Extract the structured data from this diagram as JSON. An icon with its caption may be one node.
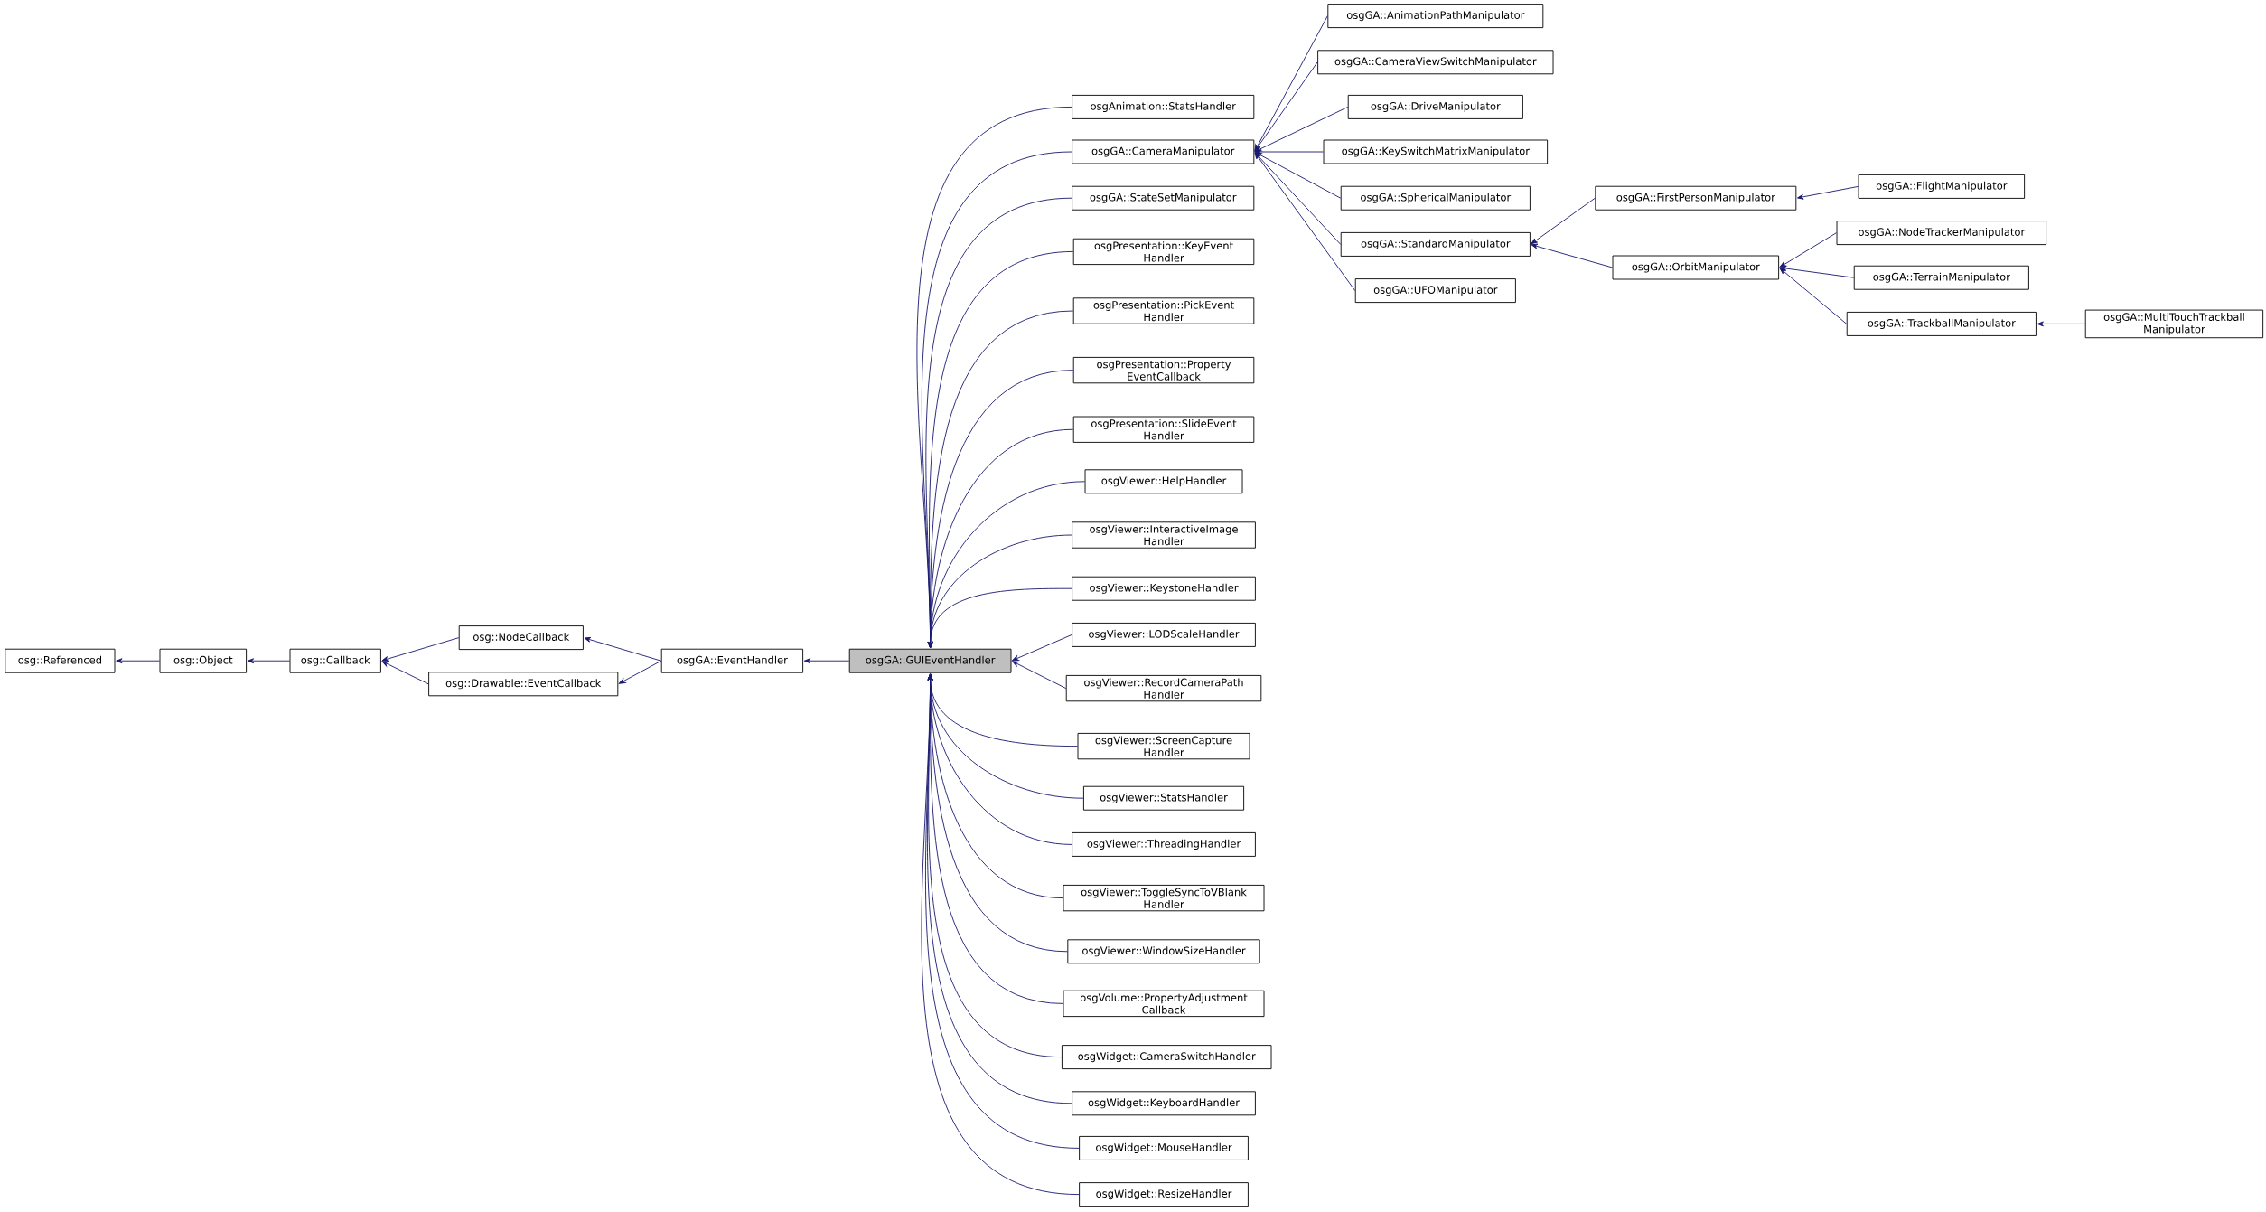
{
  "diagram": {
    "nodes": [
      {
        "text": [
          "osg::Referenced"
        ]
      },
      {
        "text": [
          "osg::Object"
        ]
      },
      {
        "text": [
          "osg::Callback"
        ]
      },
      {
        "text": [
          "osg::NodeCallback"
        ]
      },
      {
        "text": [
          "osg::Drawable::EventCallback"
        ]
      },
      {
        "text": [
          "osgGA::EventHandler"
        ]
      },
      {
        "text": [
          "osgGA::GUIEventHandler"
        ]
      },
      {
        "text": [
          "osgAnimation::StatsHandler"
        ]
      },
      {
        "text": [
          "osgGA::CameraManipulator"
        ]
      },
      {
        "text": [
          "osgGA::StateSetManipulator"
        ]
      },
      {
        "text": [
          "osgPresentation::KeyEvent Handler"
        ]
      },
      {
        "text": [
          "osgPresentation::PickEvent Handler"
        ]
      },
      {
        "text": [
          "osgPresentation::Property EventCallback"
        ]
      },
      {
        "text": [
          "osgPresentation::SlideEvent Handler"
        ]
      },
      {
        "text": [
          "osgViewer::HelpHandler"
        ]
      },
      {
        "text": [
          "osgViewer::InteractiveImage Handler"
        ]
      },
      {
        "text": [
          "osgViewer::KeystoneHandler"
        ]
      },
      {
        "text": [
          "osgViewer::LODScaleHandler"
        ]
      },
      {
        "text": [
          "osgViewer::RecordCameraPath Handler"
        ]
      },
      {
        "text": [
          "osgViewer::ScreenCapture Handler"
        ]
      },
      {
        "text": [
          "osgViewer::StatsHandler"
        ]
      },
      {
        "text": [
          "osgViewer::ThreadingHandler"
        ]
      },
      {
        "text": [
          "osgViewer::ToggleSyncToVBlank Handler"
        ]
      },
      {
        "text": [
          "osgViewer::WindowSizeHandler"
        ]
      },
      {
        "text": [
          "osgVolume::PropertyAdjustment Callback"
        ]
      },
      {
        "text": [
          "osgWidget::CameraSwitchHandler"
        ]
      },
      {
        "text": [
          "osgWidget::KeyboardHandler"
        ]
      },
      {
        "text": [
          "osgWidget::MouseHandler"
        ]
      },
      {
        "text": [
          "osgWidget::ResizeHandler"
        ]
      },
      {
        "text": [
          "osgGA::AnimationPathManipulator"
        ]
      },
      {
        "text": [
          "osgGA::CameraViewSwitchManipulator"
        ]
      },
      {
        "text": [
          "osgGA::DriveManipulator"
        ]
      },
      {
        "text": [
          "osgGA::KeySwitchMatrixManipulator"
        ]
      },
      {
        "text": [
          "osgGA::SphericalManipulator"
        ]
      },
      {
        "text": [
          "osgGA::StandardManipulator"
        ]
      },
      {
        "text": [
          "osgGA::UFOManipulator"
        ]
      },
      {
        "text": [
          "osgGA::FirstPersonManipulator"
        ]
      },
      {
        "text": [
          "osgGA::OrbitManipulator"
        ]
      },
      {
        "text": [
          "osgGA::FlightManipulator"
        ]
      },
      {
        "text": [
          "osgGA::NodeTrackerManipulator"
        ]
      },
      {
        "text": [
          "osgGA::TerrainManipulator"
        ]
      },
      {
        "text": [
          "osgGA::TrackballManipulator"
        ]
      },
      {
        "text": [
          "osgGA::MultiTouchTrackball Manipulator"
        ]
      }
    ],
    "edges": [
      {
        "from": 1,
        "to": 0,
        "arrow": "to"
      },
      {
        "from": 2,
        "to": 1,
        "arrow": "to"
      },
      {
        "from": 3,
        "to": 2,
        "arrow": "to"
      },
      {
        "from": 4,
        "to": 2,
        "arrow": "to"
      },
      {
        "from": 5,
        "to": 3,
        "arrow": "to"
      },
      {
        "from": 5,
        "to": 4,
        "arrow": "to"
      },
      {
        "from": 6,
        "to": 5,
        "arrow": "to"
      },
      {
        "from": 7,
        "to": 6,
        "arrow": "to"
      },
      {
        "from": 8,
        "to": 6,
        "arrow": "to"
      },
      {
        "from": 9,
        "to": 6,
        "arrow": "to"
      },
      {
        "from": 10,
        "to": 6,
        "arrow": "to"
      },
      {
        "from": 11,
        "to": 6,
        "arrow": "to"
      },
      {
        "from": 12,
        "to": 6,
        "arrow": "to"
      },
      {
        "from": 13,
        "to": 6,
        "arrow": "to"
      },
      {
        "from": 14,
        "to": 6,
        "arrow": "to"
      },
      {
        "from": 15,
        "to": 6,
        "arrow": "to"
      },
      {
        "from": 16,
        "to": 6,
        "arrow": "to"
      },
      {
        "from": 17,
        "to": 6,
        "arrow": "to"
      },
      {
        "from": 18,
        "to": 6,
        "arrow": "to"
      },
      {
        "from": 19,
        "to": 6,
        "arrow": "to"
      },
      {
        "from": 20,
        "to": 6,
        "arrow": "to"
      },
      {
        "from": 21,
        "to": 6,
        "arrow": "to"
      },
      {
        "from": 22,
        "to": 6,
        "arrow": "to"
      },
      {
        "from": 23,
        "to": 6,
        "arrow": "to"
      },
      {
        "from": 24,
        "to": 6,
        "arrow": "to"
      },
      {
        "from": 25,
        "to": 6,
        "arrow": "to"
      },
      {
        "from": 26,
        "to": 6,
        "arrow": "to"
      },
      {
        "from": 27,
        "to": 6,
        "arrow": "to"
      },
      {
        "from": 28,
        "to": 6,
        "arrow": "to"
      },
      {
        "from": 29,
        "to": 8,
        "arrow": "to"
      },
      {
        "from": 30,
        "to": 8,
        "arrow": "to"
      },
      {
        "from": 31,
        "to": 8,
        "arrow": "to"
      },
      {
        "from": 32,
        "to": 8,
        "arrow": "to"
      },
      {
        "from": 33,
        "to": 8,
        "arrow": "to"
      },
      {
        "from": 34,
        "to": 8,
        "arrow": "to"
      },
      {
        "from": 35,
        "to": 8,
        "arrow": "to"
      },
      {
        "from": 36,
        "to": 34,
        "arrow": "to"
      },
      {
        "from": 37,
        "to": 34,
        "arrow": "to"
      },
      {
        "from": 38,
        "to": 36,
        "arrow": "to"
      },
      {
        "from": 39,
        "to": 37,
        "arrow": "to"
      },
      {
        "from": 40,
        "to": 37,
        "arrow": "to"
      },
      {
        "from": 41,
        "to": 37,
        "arrow": "to"
      },
      {
        "from": 42,
        "to": 41,
        "arrow": "to"
      }
    ]
  }
}
